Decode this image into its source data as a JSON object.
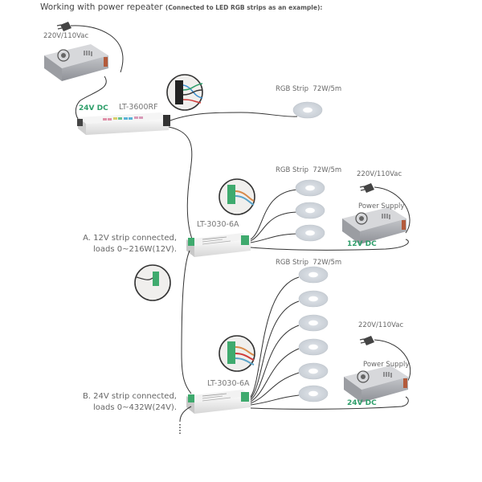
{
  "title": {
    "main": "Working with power repeater",
    "sub": "(Connected to LED RGB strips as an example):"
  },
  "top_section": {
    "ac_input": "220V/110Vac",
    "dc_output": "24V DC",
    "controller_model": "LT-3600RF",
    "strip_label": "RGB Strip",
    "strip_rating": "72W/5m"
  },
  "section_a": {
    "repeater_model": "LT-3030-6A",
    "strip_label": "RGB Strip",
    "strip_rating": "72W/5m",
    "strip_count": 3,
    "ac_input": "220V/110Vac",
    "psu_label": "Power Supply",
    "dc_output": "12V DC",
    "note_line1": "A. 12V strip connected,",
    "note_line2": "loads 0~216W(12V)."
  },
  "section_b": {
    "repeater_model": "LT-3030-6A",
    "strip_label": "RGB Strip",
    "strip_rating": "72W/5m",
    "strip_count": 6,
    "ac_input": "220V/110Vac",
    "psu_label": "Power Supply",
    "dc_output": "24V DC",
    "note_line1": "B. 24V strip connected,",
    "note_line2": "loads 0~432W(24V)."
  },
  "colors": {
    "dc_green": "#2e9e6a",
    "wire": "#333333",
    "device_body": "#e8e8e8",
    "psu_body": "#a9aaae"
  }
}
